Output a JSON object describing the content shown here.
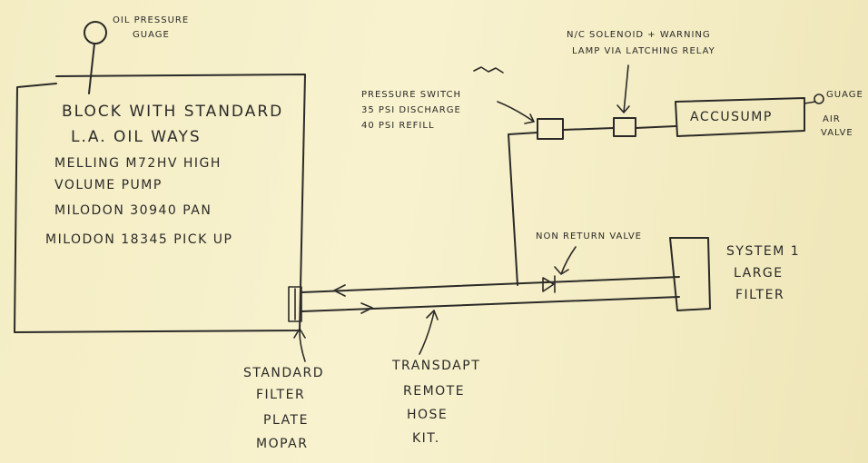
{
  "labels": {
    "gauge_top": [
      "OIL PRESSURE",
      "GUAGE"
    ],
    "block": [
      "BLOCK WITH STANDARD",
      "L.A. OIL WAYS",
      "MELLING M72HV HIGH",
      "VOLUME PUMP",
      "MILODON 30940 PAN",
      "MILODON 18345 PICK UP"
    ],
    "solenoid": [
      "N/C SOLENOID + WARNING",
      "LAMP VIA LATCHING RELAY"
    ],
    "pressure_switch": [
      "PRESSURE SWITCH",
      "35 PSI DISCHARGE",
      "40 PSI REFILL"
    ],
    "accusump": "ACCUSUMP",
    "gauge_right": "GUAGE",
    "air_valve": [
      "AIR",
      "VALVE"
    ],
    "non_return_valve": "NON RETURN VALVE",
    "system_filter": [
      "SYSTEM 1",
      "LARGE",
      "FILTER"
    ],
    "filter_plate": [
      "STANDARD",
      "FILTER",
      "PLATE",
      "MOPAR"
    ],
    "hose_kit": [
      "TRANSDAPT",
      "REMOTE",
      "HOSE",
      "KIT."
    ]
  }
}
